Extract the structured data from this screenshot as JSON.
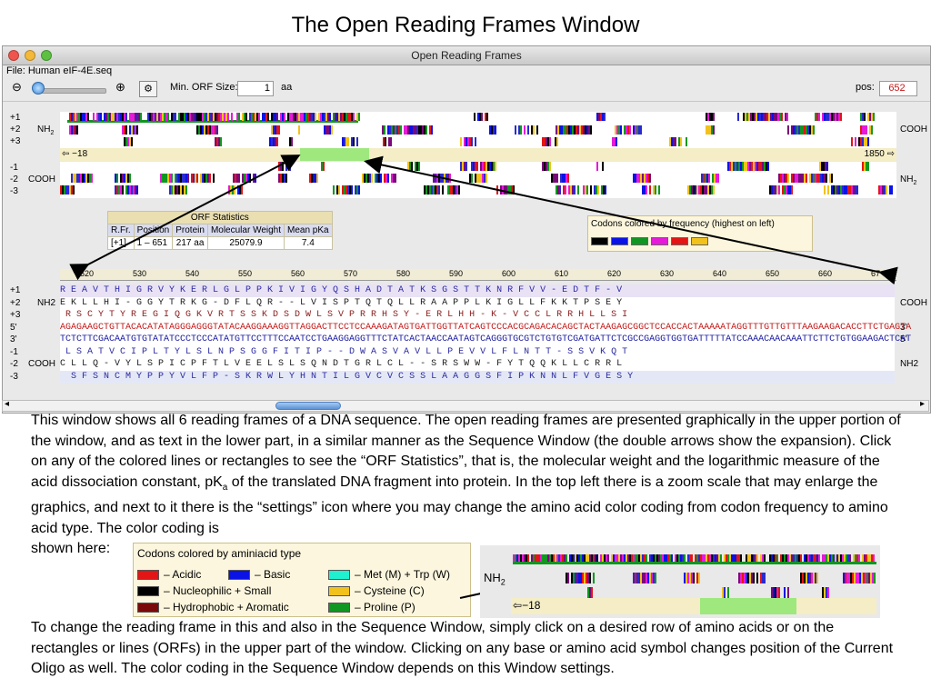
{
  "slide_title": "The Open Reading Frames Window",
  "window": {
    "title": "Open Reading Frames",
    "file_label": "File: Human eIF-4E.seq",
    "min_orf_label": "Min. ORF Size:",
    "min_orf_value": "1",
    "min_orf_unit": "aa",
    "pos_label": "pos:",
    "pos_value": "652"
  },
  "graph": {
    "forward_frames": [
      "+1",
      "+2",
      "+3"
    ],
    "reverse_frames": [
      "-1",
      "-2",
      "-3"
    ],
    "nh2_label": "NH",
    "nh2_sub": "2",
    "cooh_label": "COOH",
    "band_left": "−18",
    "band_right": "1850"
  },
  "orf_stats": {
    "title": "ORF Statistics",
    "columns": [
      "R.Fr.",
      "Position",
      "Protein",
      "Molecular Weight",
      "Mean pKa"
    ],
    "row": [
      "[+1]",
      "1 – 651",
      "217 aa",
      "25079.9",
      "7.4"
    ]
  },
  "codon_legend": {
    "title": "Codons colored by frequency (highest on left)",
    "colors": [
      "#000000",
      "#0b12e6",
      "#119622",
      "#e61ad9",
      "#e31515",
      "#f2c21c"
    ]
  },
  "ruler": [
    "520",
    "530",
    "540",
    "550",
    "560",
    "570",
    "580",
    "590",
    "600",
    "610",
    "620",
    "630",
    "640",
    "650",
    "660",
    "67"
  ],
  "sequence": {
    "rows": [
      {
        "label": "+1",
        "side_l": "",
        "side_r": "",
        "text": "R E A V T H I G R V Y K E R L G L P P K I V I G Y Q S H A D T A T K S G S T T K N R F V V - E D T F - V",
        "color": "#2a2aa0",
        "bg": "#e9e2f5"
      },
      {
        "label": "+2",
        "side_l": "NH2",
        "side_r": "COOH",
        "text": "E K L L H I - G G Y T R K G - D F L Q R - - L V I S P T Q T Q L L R A A P P L K I G L L F K K T P S E Y",
        "color": "#1a1a1a",
        "bg": "#ffffff"
      },
      {
        "label": "+3",
        "side_l": "",
        "side_r": "",
        "text": " R S C Y T Y R E G I Q G K V R T S S K D S D W L S V P R R H S Y - E R L H H - K - V C C L R R H L L S I",
        "color": "#8a1a1a",
        "bg": "#ffffff"
      },
      {
        "label": "5'",
        "side_l": "",
        "side_r": "3'",
        "text": "AGAGAAGCTGTTACACATATAGGGAGGGTATACAAGGAAAGGTTAGGACTTCCTCCAAAGATAGTGATTGGTTATCAGTCCCACGCAGACACAGCTACTAAGAGCGGCTCCACCACTAAAAATAGGTTTGTTGTTTAAGAAGACACCTTCTGAGTA",
        "color": "#c01818",
        "bg": "#ffffff"
      },
      {
        "label": "3'",
        "side_l": "",
        "side_r": "5'",
        "text": "TCTCTTCGACAATGTGTATATCCCTCCCATATGTTCCTTTCCAATCCTGAAGGAGGTTTCTATCACTAACCAATAGTCAGGGTGCGTCTGTGTCGATGATTCTCGCCGAGGTGGTGATTTTTATCCAAACAACAAATTCTTCTGTGGAAGACTCAT",
        "color": "#1818a0",
        "bg": "#ffffff"
      },
      {
        "label": "-1",
        "side_l": "",
        "side_r": "",
        "text": " L S A T V C I P L T Y L S L N P S G G F I T I P - - D W A S V A V L L P E V V L F L N T T - S S V K Q T",
        "color": "#2a2aa0",
        "bg": "#ffffff"
      },
      {
        "label": "-2",
        "side_l": "COOH",
        "side_r": "NH2",
        "text": "C L L Q - V Y L S P I C P F T L V E E L S L S Q N D T G R L C L - - S R S W W - F Y T Q Q K L L C R R L",
        "color": "#1a1a1a",
        "bg": "#ffffff"
      },
      {
        "label": "-3",
        "side_l": "",
        "side_r": "",
        "text": "  S F S N C M Y P P Y V L F P - S K R W L Y H N T I L G V C V C S S L A A G G S F I P K N N L F V G E S Y",
        "color": "#2a2aa0",
        "bg": "#e4e8f6"
      }
    ]
  },
  "description": {
    "p1_a": "This window shows all 6 reading frames of a DNA sequence. The open reading frames are presented graphically in the upper portion of the window, and as text in the lower part, in a similar manner as the Sequence Window (the double arrows show the expansion). Click on any of the colored lines or rectangles to see the “ORF Statistics”, that is, the molecular weight and the logarithmic measure of the acid dissociation constant, pK",
    "p1_sub": "a",
    "p1_b": " of the translated DNA fragment into protein. In the top left there is a zoom scale that may enlarge the graphics, and next to it there is the “settings” icon where you may change the amino acid color coding from codon frequency to amino acid type. The color coding is",
    "p1_c": "shown here:",
    "p2": "To change the reading frame in this and also in the Sequence Window, simply click on a desired row of amino acids or on the rectangles or lines (ORFs) in the upper part of the window. Clicking on any base or amino acid symbol changes position of the Current Oligo as well. The color coding in the Sequence Window depends on this Window settings."
  },
  "aa_legend": {
    "title": "Codons colored by aminiacid type",
    "items": [
      {
        "label": "– Acidic",
        "color": "#e31515"
      },
      {
        "label": "– Basic",
        "color": "#0b12e6"
      },
      {
        "label": "– Met (M) + Trp (W)",
        "color": "#1ff0d0"
      },
      {
        "label": "– Nucleophilic + Small",
        "color": "#000000"
      },
      {
        "label": "– Cysteine (C)",
        "color": "#f2c21c"
      },
      {
        "label": "– Hydrophobic + Aromatic",
        "color": "#7a0a0a"
      },
      {
        "label": "– Proline (P)",
        "color": "#119622"
      }
    ]
  },
  "mini_graph": {
    "nh2_label": "NH",
    "nh2_sub": "2",
    "band_left": "−18"
  }
}
